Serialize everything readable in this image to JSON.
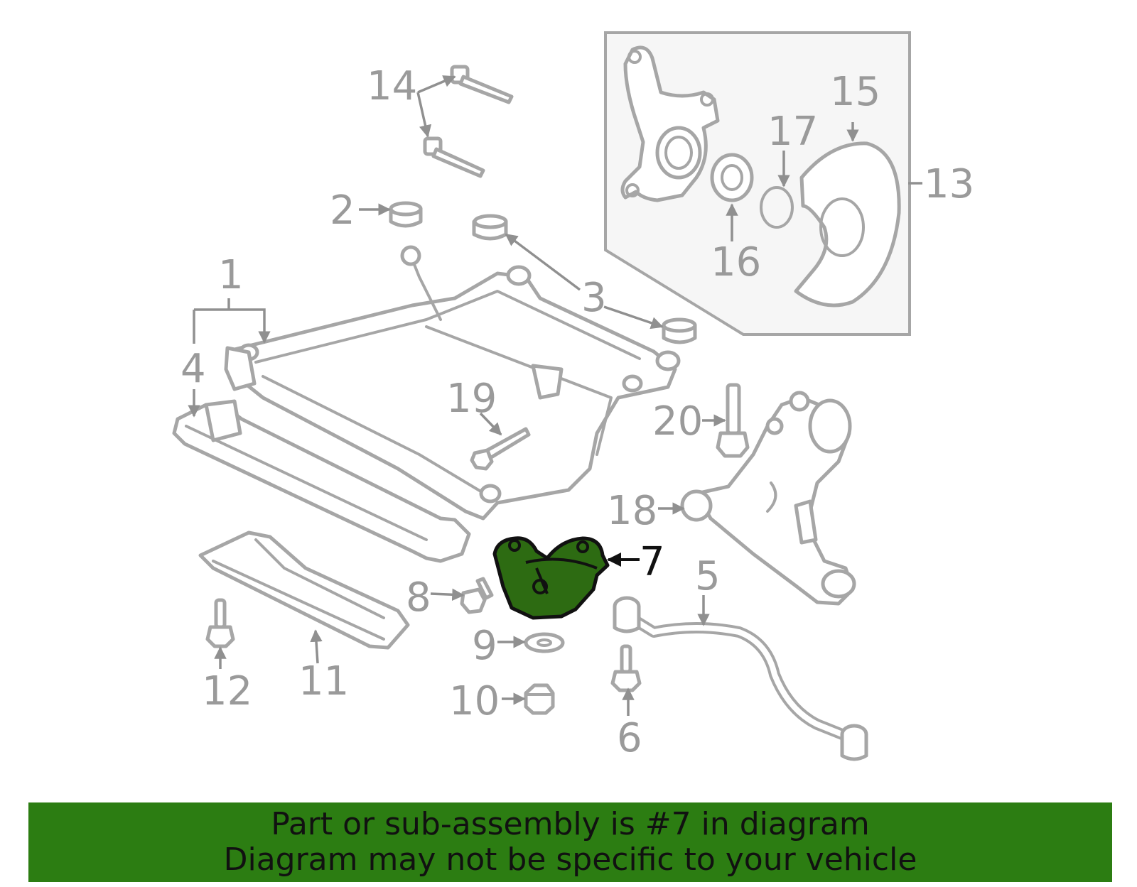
{
  "diagram": {
    "highlighted_part": "7",
    "callouts": [
      "1",
      "2",
      "3",
      "4",
      "5",
      "6",
      "7",
      "8",
      "9",
      "10",
      "11",
      "12",
      "13",
      "14",
      "15",
      "16",
      "17",
      "18",
      "19",
      "20"
    ],
    "colors": {
      "line_art": "#a6a6a6",
      "highlight": "#2d6b12",
      "banner": "#2c7d12",
      "text": "#111111"
    }
  },
  "banner": {
    "line1": "Part or sub-assembly is #7 in diagram",
    "line2": "Diagram may not be specific to your vehicle"
  }
}
